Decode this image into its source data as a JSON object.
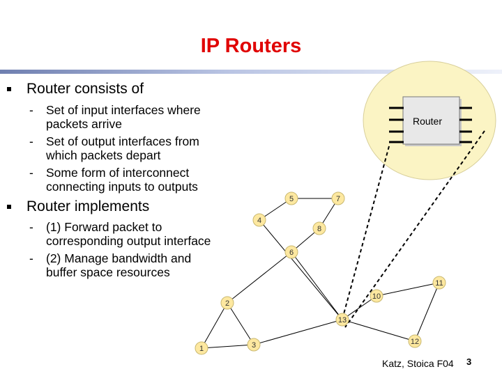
{
  "slide": {
    "title": "IP Routers",
    "bullets": [
      {
        "text": "Router consists of",
        "subitems": [
          [
            "Set of input interfaces where",
            "packets arrive"
          ],
          [
            "Set of output interfaces from",
            "which packets depart"
          ],
          [
            "Some form of interconnect",
            "connecting inputs to outputs"
          ]
        ]
      },
      {
        "text": "Router implements",
        "subitems": [
          [
            "(1) Forward packet to",
            "corresponding output interface"
          ],
          [
            "(2) Manage bandwidth and",
            "buffer space resources"
          ]
        ]
      }
    ],
    "footer": "Katz, Stoica F04",
    "page_number": "3"
  },
  "diagram": {
    "router_label": "Router",
    "nodes": [
      "1",
      "2",
      "3",
      "4",
      "5",
      "6",
      "7",
      "8",
      "10",
      "11",
      "12",
      "13"
    ],
    "links": [
      [
        "1",
        "2"
      ],
      [
        "1",
        "3"
      ],
      [
        "2",
        "3"
      ],
      [
        "2",
        "6"
      ],
      [
        "3",
        "13"
      ],
      [
        "4",
        "5"
      ],
      [
        "4",
        "13"
      ],
      [
        "5",
        "7"
      ],
      [
        "7",
        "8"
      ],
      [
        "8",
        "6"
      ],
      [
        "6",
        "13"
      ],
      [
        "13",
        "10"
      ],
      [
        "13",
        "12"
      ],
      [
        "10",
        "11"
      ],
      [
        "11",
        "12"
      ]
    ],
    "colors": {
      "node_fill": "#fde8a0",
      "halo_fill": "#fbf4c4",
      "title": "#e00000"
    }
  }
}
